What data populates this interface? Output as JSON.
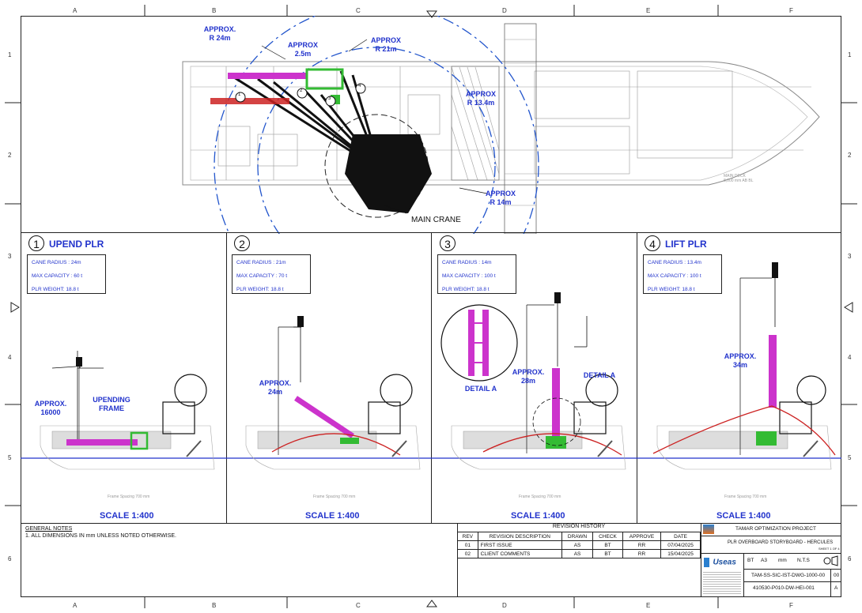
{
  "grid": {
    "cols": [
      "A",
      "B",
      "C",
      "D",
      "E",
      "F"
    ],
    "rows": [
      "1",
      "2",
      "3",
      "4",
      "5",
      "6"
    ]
  },
  "plan": {
    "radius_labels": [
      {
        "line1": "APPROX.",
        "line2": "R 24m"
      },
      {
        "line1": "APPROX",
        "line2": "2.5m"
      },
      {
        "line1": "APPROX",
        "line2": "R 21m"
      },
      {
        "line1": "APPROX",
        "line2": "R 13.4m"
      },
      {
        "line1": "APPROX",
        "line2": "R 14m"
      }
    ],
    "main_crane_label": "MAIN CRANE",
    "step_markers": [
      "1",
      "2",
      "3",
      "4"
    ],
    "deck_note_line1": "MAIN DECK",
    "deck_note_line2": "8,000 mm AB BL"
  },
  "panels": [
    {
      "number": "1",
      "title": "UPEND PLR",
      "crane_radius": "CANE RADIUS : 24m",
      "max_capacity": "MAX CAPACITY : 60 t",
      "plr_weight": "PLR WEIGHT: 18.8 t",
      "notes": [
        "APPROX.",
        "16000",
        "UPENDING",
        "FRAME"
      ],
      "frame_spacing": "Frame Spacing 700 mm",
      "scale": "SCALE 1:400"
    },
    {
      "number": "2",
      "title": "",
      "crane_radius": "CANE RADIUS : 21m",
      "max_capacity": "MAX CAPACITY : 70 t",
      "plr_weight": "PLR WEIGHT: 18.8 t",
      "notes": [
        "APPROX.",
        "24m"
      ],
      "frame_spacing": "Frame Spacing 700 mm",
      "scale": "SCALE 1:400"
    },
    {
      "number": "3",
      "title": "",
      "crane_radius": "CANE RADIUS : 14m",
      "max_capacity": "MAX CAPACITY : 100 t",
      "plr_weight": "PLR WEIGHT: 18.8 t",
      "notes": [
        "APPROX.",
        "28m",
        "DETAIL A",
        "DETAIL A"
      ],
      "frame_spacing": "Frame Spacing 700 mm",
      "scale": "SCALE 1:400"
    },
    {
      "number": "4",
      "title": "LIFT PLR",
      "crane_radius": "CANE RADIUS : 13.4m",
      "max_capacity": "MAX CAPACITY : 100 t",
      "plr_weight": "PLR WEIGHT: 18.8 t",
      "notes": [
        "APPROX.",
        "34m"
      ],
      "frame_spacing": "Frame Spacing 700 mm",
      "scale": "SCALE 1:400"
    }
  ],
  "general_notes": {
    "heading": "GENERAL NOTES",
    "item": "1.    ALL DIMENSIONS IN mm UNLESS NOTED OTHERWISE."
  },
  "revision": {
    "heading": "REVISION HISTORY",
    "headers": [
      "REV",
      "REVISION DESCRIPTION",
      "DRAWN",
      "CHECK",
      "APPROVE",
      "DATE"
    ],
    "rows": [
      [
        "01",
        "FIRST ISSUE",
        "AS",
        "BT",
        "RR",
        "07/04/2025"
      ],
      [
        "02",
        "CLIENT COMMENTS",
        "AS",
        "BT",
        "RR",
        "15/04/2025"
      ]
    ]
  },
  "title_block": {
    "project": "TAMAR OPTIMIZATION PROJECT",
    "drawing_title": "PLR OVERBOARD STORYBOARD - HERCULES",
    "sheet": "SHEET 1 OF 4",
    "logo_text": "Useas",
    "fields": [
      "BT",
      "A3",
      "mm",
      "N.T.S"
    ],
    "doc_no": "TAM-SS-SIC-IST-DWG-1000-00",
    "doc_rev": "00",
    "client_no": "410530-P010-DW-HEI-001",
    "client_rev": "A"
  },
  "colors": {
    "annotation": "#2233cc",
    "plr": "#cc33cc",
    "frame_green": "#33bb33",
    "rigging_red": "#cc2222",
    "crane_black": "#111111",
    "radius_blue": "#2255cc"
  }
}
